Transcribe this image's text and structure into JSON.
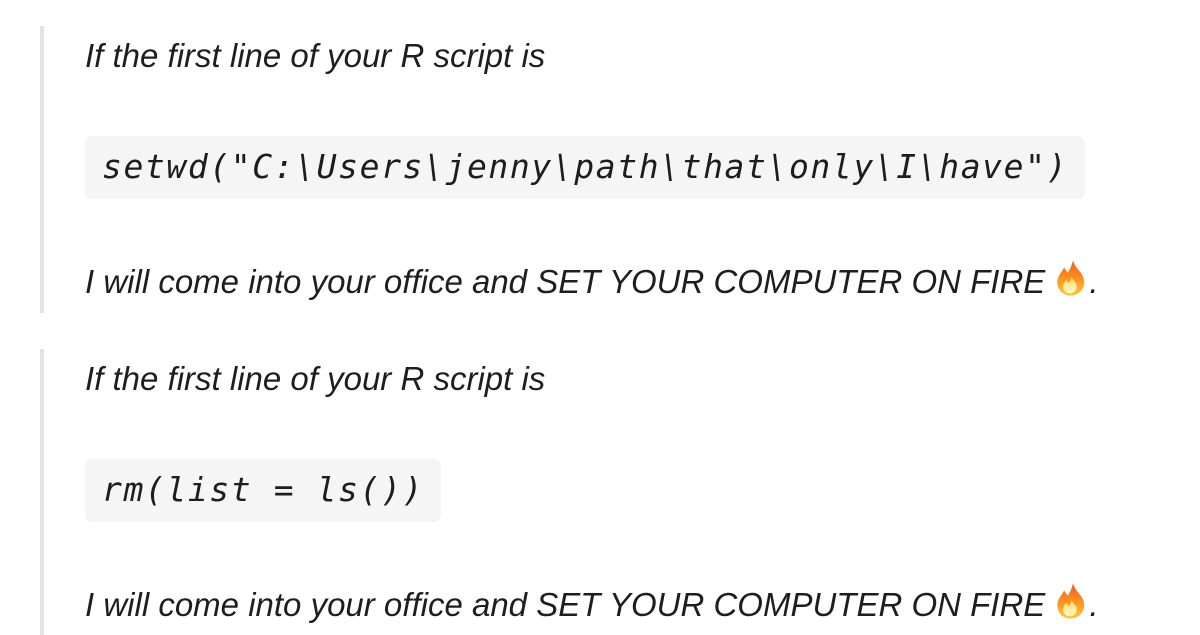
{
  "page": {
    "background": "#ffffff",
    "text_color": "#1e1e1e",
    "quote_border_color": "#e3e3e3",
    "code_background": "#f5f5f5"
  },
  "quotes": [
    {
      "intro": "If the first line of your R script is",
      "code": "setwd(\"C:\\Users\\jenny\\path\\that\\only\\I\\have\")",
      "warning_text": "I will come into your office and SET YOUR COMPUTER ON FIRE",
      "fire_emoji": "🔥",
      "warning_suffix": "."
    },
    {
      "intro": "If the first line of your R script is",
      "code": "rm(list = ls())",
      "warning_text": "I will come into your office and SET YOUR COMPUTER ON FIRE",
      "fire_emoji": "🔥",
      "warning_suffix": "."
    }
  ]
}
